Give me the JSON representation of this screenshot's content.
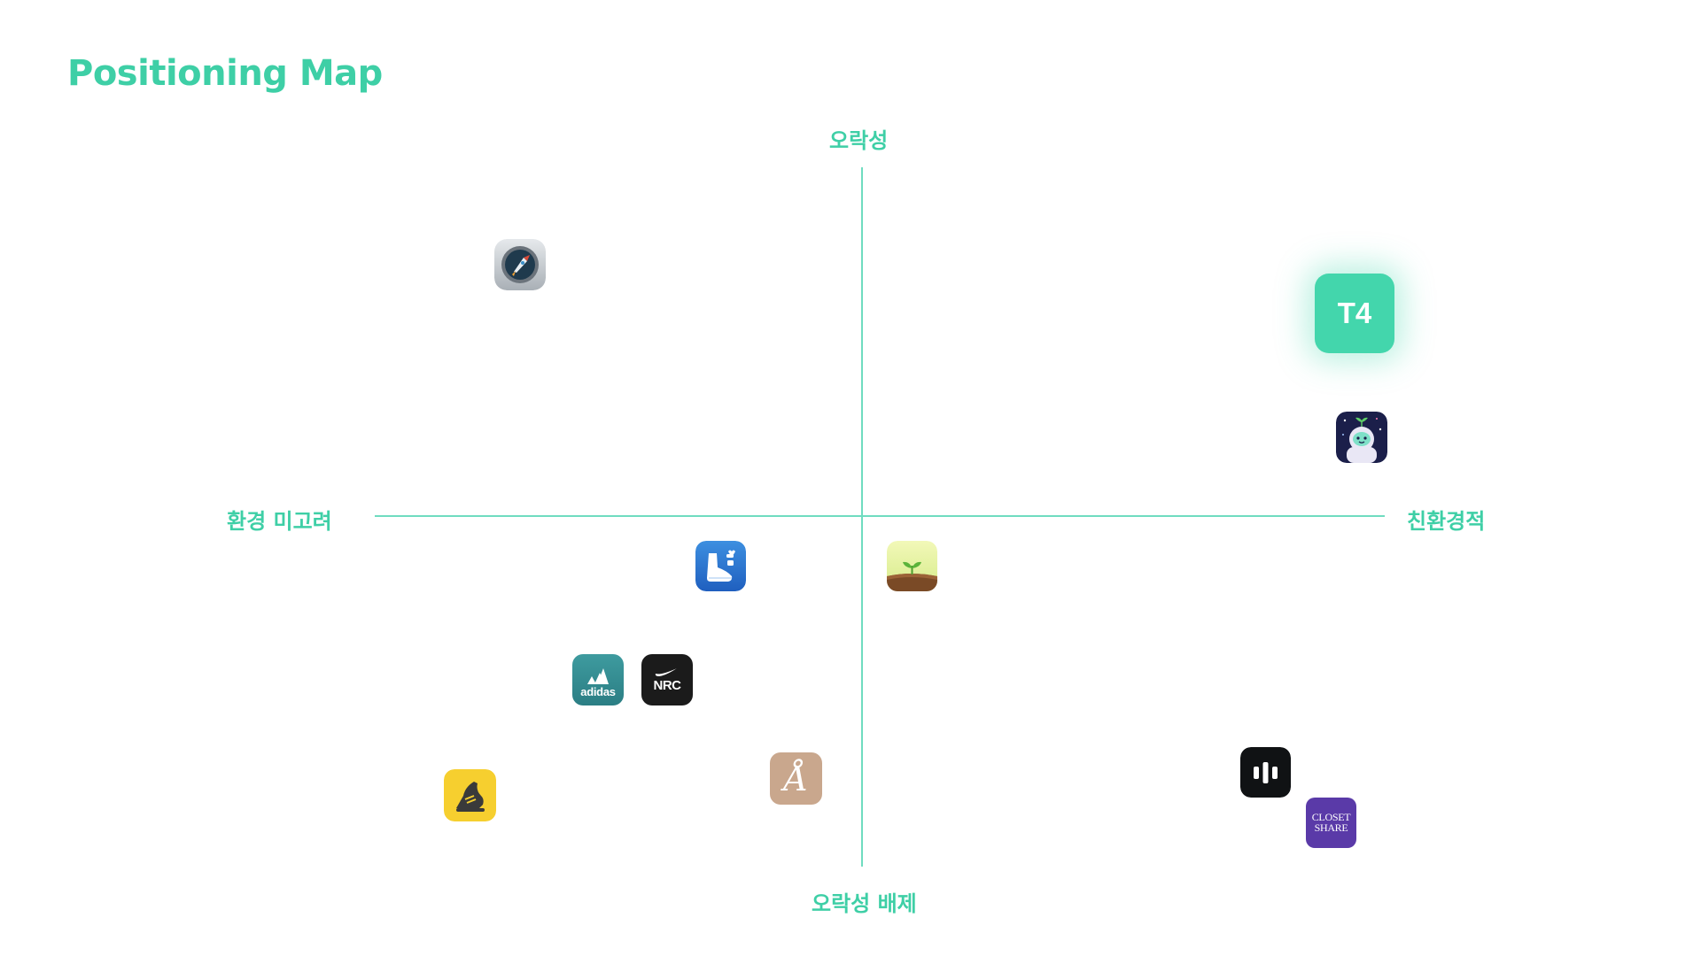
{
  "title": "Positioning Map",
  "axes": {
    "top": "오락성",
    "bottom": "오락성 배제",
    "left": "환경 미고려",
    "right": "친환경적"
  },
  "colors": {
    "accent": "#3ecfa6",
    "axis_line": "#6fdcc0",
    "highlight": "#43d6ac"
  },
  "apps": {
    "t4": {
      "label": "T4",
      "icon": "t4-highlight-tile"
    },
    "rocket": {
      "icon": "rocket-app-icon"
    },
    "plant_robot": {
      "icon": "plant-robot-app-icon"
    },
    "shoe_step": {
      "icon": "shoe-step-app-icon"
    },
    "forest": {
      "icon": "forest-sprout-app-icon"
    },
    "adidas": {
      "label": "adidas",
      "icon": "adidas-app-icon"
    },
    "nrc": {
      "label": "NRC",
      "icon": "nike-run-club-app-icon"
    },
    "yellow_runner": {
      "icon": "yellow-runner-shoe-app-icon"
    },
    "script_a": {
      "label": "Å",
      "icon": "script-a-app-icon"
    },
    "bars": {
      "icon": "bars-black-app-icon"
    },
    "closet_share": {
      "line1": "CLOSET",
      "line2": "SHARE",
      "icon": "closet-share-app-icon"
    }
  }
}
